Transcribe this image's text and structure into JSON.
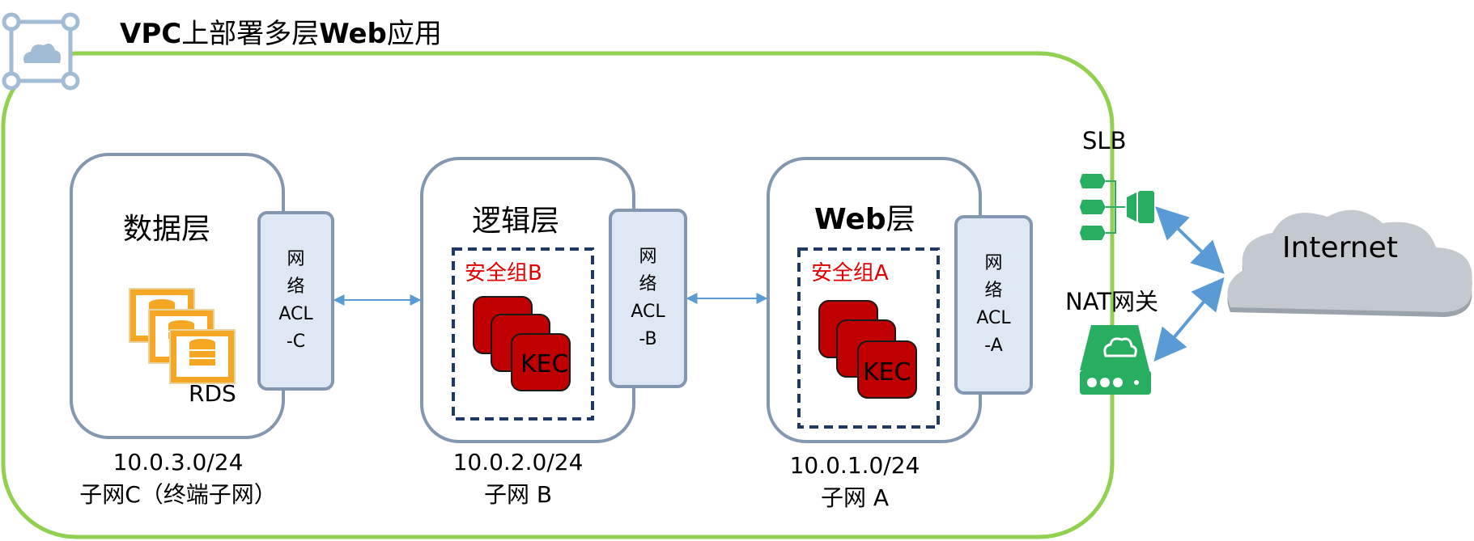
{
  "title": {
    "part1": "VPC",
    "part2": "上部署多层",
    "part3": "Web",
    "part4": "应用"
  },
  "tiers": {
    "data": {
      "title": "数据层",
      "service_label": "RDS",
      "acl": [
        "网",
        "络",
        "ACL",
        "-C"
      ],
      "cidr": "10.0.3.0/24",
      "subnet": "子网C（终端子网）"
    },
    "logic": {
      "title": "逻辑层",
      "security_group": "安全组B",
      "instance_label": "KEC",
      "acl": [
        "网",
        "络",
        "ACL",
        "-B"
      ],
      "cidr": "10.0.2.0/24",
      "subnet": "子网 B"
    },
    "web": {
      "title_part1": "Web",
      "title_part2": "层",
      "security_group": "安全组A",
      "instance_label": "KEC",
      "acl": [
        "网",
        "络",
        "ACL",
        "-A"
      ],
      "cidr": "10.0.1.0/24",
      "subnet": "子网 A"
    }
  },
  "gateway": {
    "slb_label": "SLB",
    "nat_label": "NAT网关"
  },
  "internet_label": "Internet",
  "colors": {
    "vpc_border": "#92d050",
    "tier_border": "#8497b0",
    "acl_fill": "#dde8f4",
    "security_group_border": "#1f3864",
    "kec_red": "#c00000",
    "rds_gold": "#f5a623",
    "slb_green": "#27ae60",
    "arrow_blue": "#5b9bd5",
    "cloud_gray": "#c4c9cf"
  }
}
